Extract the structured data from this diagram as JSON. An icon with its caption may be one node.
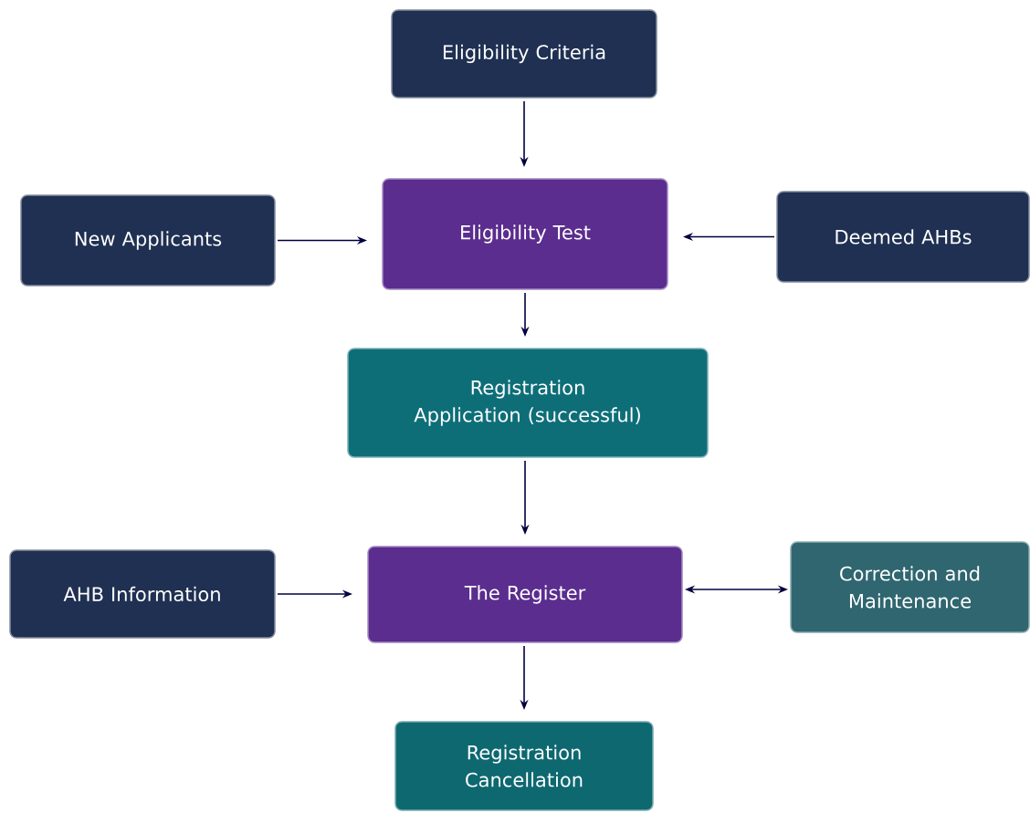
{
  "diagram": {
    "nodes": [
      {
        "text": [
          "Eligibility Criteria"
        ]
      },
      {
        "text": [
          "New Applicants"
        ]
      },
      {
        "text": [
          "Eligibility Test"
        ]
      },
      {
        "text": [
          "Deemed AHBs"
        ]
      },
      {
        "text": [
          "Registration Application (successful)"
        ]
      },
      {
        "text": [
          "AHB Information"
        ]
      },
      {
        "text": [
          "The Register"
        ]
      },
      {
        "text": [
          "Correction and Maintenance"
        ]
      },
      {
        "text": [
          "Registration Cancellation"
        ]
      }
    ],
    "edges": [
      {
        "from": 0,
        "to": 2,
        "arrow": "to"
      },
      {
        "from": 1,
        "to": 2,
        "arrow": "to"
      },
      {
        "from": 3,
        "to": 2,
        "arrow": "to"
      },
      {
        "from": 2,
        "to": 4,
        "arrow": "to"
      },
      {
        "from": 4,
        "to": 6,
        "arrow": "to"
      },
      {
        "from": 5,
        "to": 6,
        "arrow": "to"
      },
      {
        "from": 6,
        "to": 7,
        "arrow": "both"
      },
      {
        "from": 6,
        "to": 8,
        "arrow": "to"
      }
    ]
  }
}
